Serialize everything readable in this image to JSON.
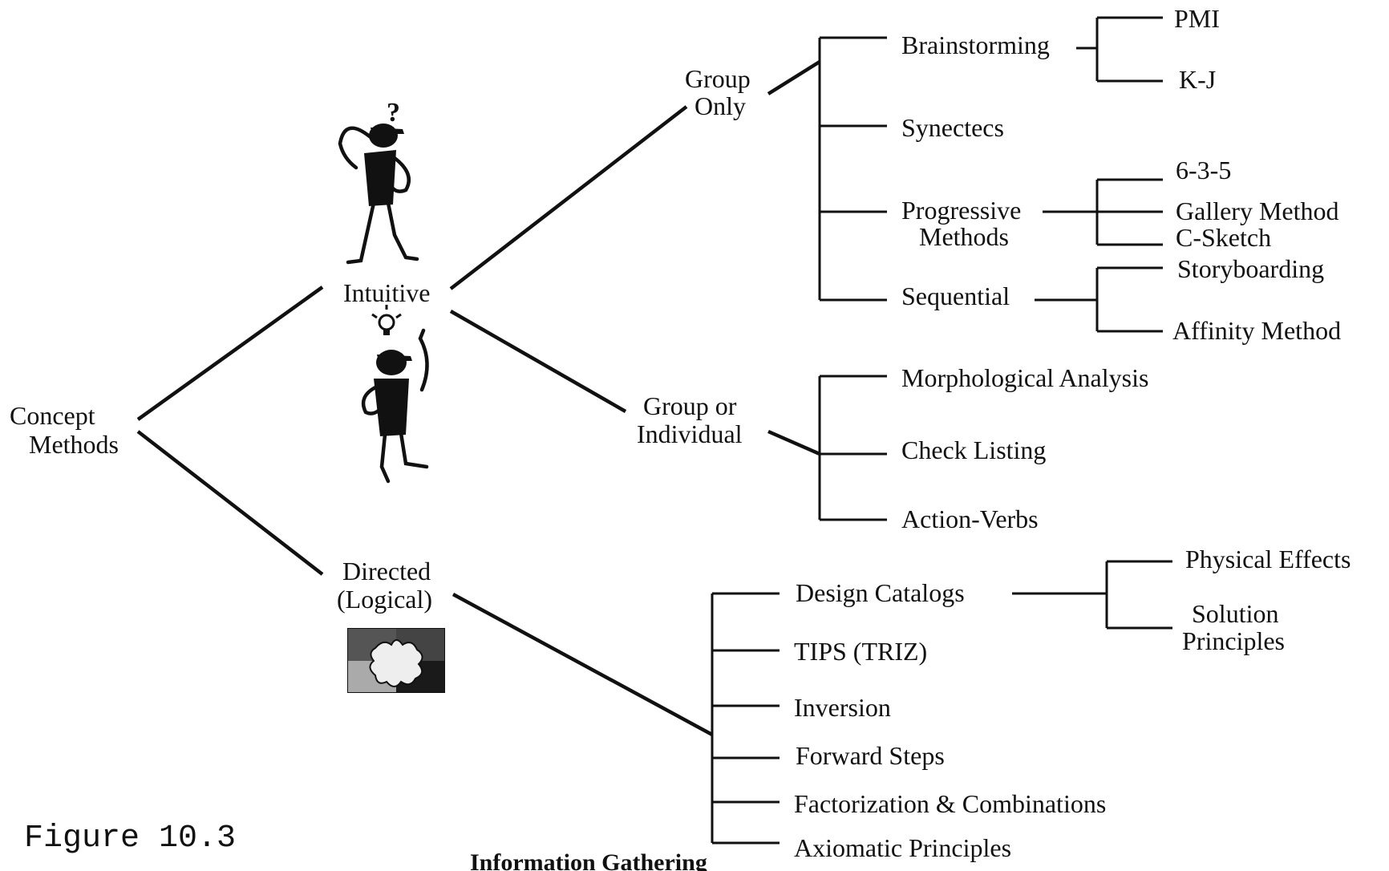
{
  "root": {
    "label_line1": "Concept",
    "label_line2": "Methods"
  },
  "intuitive": {
    "label": "Intuitive"
  },
  "directed": {
    "label_line1": "Directed",
    "label_line2": "(Logical)"
  },
  "group_only": {
    "label_line1": "Group",
    "label_line2": "Only",
    "items": {
      "brainstorming": "Brainstorming",
      "pmi": "PMI",
      "kj": "K-J",
      "synectecs": "Synectecs",
      "progressive_line1": "Progressive",
      "progressive_line2": "Methods",
      "six35": "6-3-5",
      "gallery": "Gallery Method",
      "csketch": "C-Sketch",
      "sequential": "Sequential",
      "storyboarding": "Storyboarding",
      "affinity": "Affinity Method"
    }
  },
  "group_or_individual": {
    "label_line1": "Group or",
    "label_line2": "Individual",
    "items": {
      "morphological": "Morphological Analysis",
      "checklisting": "Check Listing",
      "actionverbs": "Action-Verbs"
    }
  },
  "directed_methods": {
    "design_catalogs": "Design Catalogs",
    "physical_effects": "Physical Effects",
    "solution_line1": "Solution",
    "solution_line2": "Principles",
    "tips": "TIPS (TRIZ)",
    "inversion": "Inversion",
    "forward_steps": "Forward Steps",
    "factorization": "Factorization & Combinations",
    "axiomatic": "Axiomatic Principles"
  },
  "figure_label": "Figure 10.3",
  "information_gathering": "Information Gathering",
  "icons": {
    "thinking_person": "thinking-person-icon",
    "idea_person": "idea-person-icon",
    "puzzle": "puzzle-icon"
  }
}
